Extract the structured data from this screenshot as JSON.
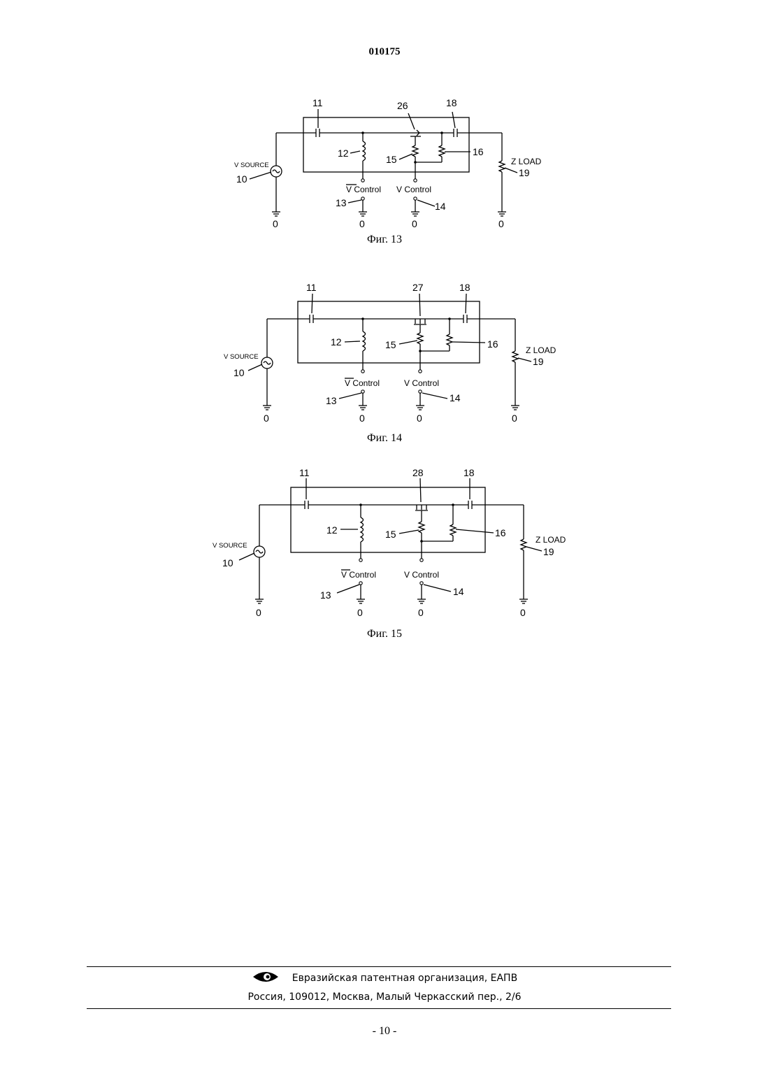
{
  "header": {
    "doc_number": "010175"
  },
  "figures": [
    {
      "caption": "Фиг. 13",
      "labels": {
        "input_cap": "11",
        "switch": "26",
        "output_cap": "18",
        "inductor": "12",
        "resistor_a": "15",
        "resistor_b": "16",
        "source": "10",
        "control_node_bar": "13",
        "control_node": "14",
        "load": "19"
      },
      "source_label": "V SOURCE",
      "load_label": "Z LOAD",
      "control_bar_label": "V Control",
      "control_label": "V Control",
      "ground_labels": [
        "0",
        "0",
        "0",
        "0"
      ]
    },
    {
      "caption": "Фиг. 14",
      "labels": {
        "input_cap": "11",
        "switch": "27",
        "output_cap": "18",
        "inductor": "12",
        "resistor_a": "15",
        "resistor_b": "16",
        "source": "10",
        "control_node_bar": "13",
        "control_node": "14",
        "load": "19"
      },
      "source_label": "V SOURCE",
      "load_label": "Z LOAD",
      "control_bar_label": "V Control",
      "control_label": "V Control",
      "ground_labels": [
        "0",
        "0",
        "0",
        "0"
      ]
    },
    {
      "caption": "Фиг. 15",
      "labels": {
        "input_cap": "11",
        "switch": "28",
        "output_cap": "18",
        "inductor": "12",
        "resistor_a": "15",
        "resistor_b": "16",
        "source": "10",
        "control_node_bar": "13",
        "control_node": "14",
        "load": "19"
      },
      "source_label": "V SOURCE",
      "load_label": "Z LOAD",
      "control_bar_label": "V Control",
      "control_label": "V Control",
      "ground_labels": [
        "0",
        "0",
        "0",
        "0"
      ]
    }
  ],
  "footer": {
    "organization": "Евразийская патентная организация, ЕАПВ",
    "address": "Россия, 109012, Москва, Малый Черкасский пер., 2/6",
    "page": "- 10 -"
  }
}
